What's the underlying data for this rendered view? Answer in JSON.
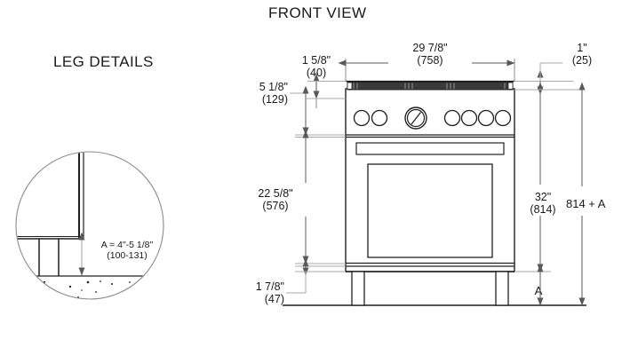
{
  "titles": {
    "front_view": "FRONT VIEW",
    "leg_details": "LEG DETAILS"
  },
  "dimensions": {
    "cooktop_inset": {
      "imperial": "1 5/8\"",
      "metric": "(40)"
    },
    "overall_width": {
      "imperial": "29 7/8\"",
      "metric": "(758)"
    },
    "rear_rail": {
      "imperial": "1\"",
      "metric": "(25)"
    },
    "control_panel_height": {
      "imperial": "5 1/8\"",
      "metric": "(129)"
    },
    "oven_door_height": {
      "imperial": "22 5/8\"",
      "metric": "(576)"
    },
    "toe_kick_height": {
      "imperial": "1 7/8\"",
      "metric": "(47)"
    },
    "counter_height": {
      "imperial": "32\"",
      "metric": "(814)"
    },
    "total_height": {
      "label": "814 + A"
    },
    "leg_adjust_marker": {
      "label": "A"
    }
  },
  "leg_detail": {
    "callout_line1": "A = 4\"-5 1/8\"",
    "callout_line2": "(100-131)"
  },
  "colors": {
    "line": "#58595b",
    "line_dark": "#231f20",
    "cooktop_fill": "#3a3a3a",
    "paper": "#ffffff"
  },
  "appliance": {
    "type": "free-standing range",
    "knobs_left_count": 2,
    "knobs_right_count": 4,
    "dial_count": 1,
    "leg_count": 2
  }
}
